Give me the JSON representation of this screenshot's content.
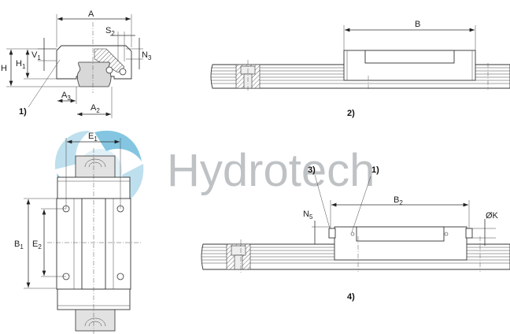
{
  "watermark": {
    "text": "Hydrotech",
    "logo_colors": [
      "#5bb4d8",
      "#a9d5e8"
    ],
    "text_color": "#b9bcbf"
  },
  "views": {
    "cross_section": {
      "dimensions": {
        "A": "A",
        "S2_main": "S",
        "S2_sub": "2",
        "N3_main": "N",
        "N3_sub": "3",
        "V1_main": "V",
        "V1_sub": "1",
        "H": "H",
        "H1_main": "H",
        "H1_sub": "1",
        "A3_main": "A",
        "A3_sub": "3",
        "A2_main": "A",
        "A2_sub": "2"
      },
      "note": "1)"
    },
    "top_view": {
      "dimensions": {
        "E1_main": "E",
        "E1_sub": "1",
        "B1_main": "B",
        "B1_sub": "1",
        "E2_main": "E",
        "E2_sub": "2"
      }
    },
    "side_view_2": {
      "dimensions": {
        "B": "B"
      },
      "note": "2)"
    },
    "side_view_4": {
      "dimensions": {
        "B2_main": "B",
        "B2_sub": "2",
        "N5_main": "N",
        "N5_sub": "5",
        "K": "ØK"
      },
      "callouts": [
        "3)",
        "1)"
      ],
      "note": "4)"
    }
  }
}
